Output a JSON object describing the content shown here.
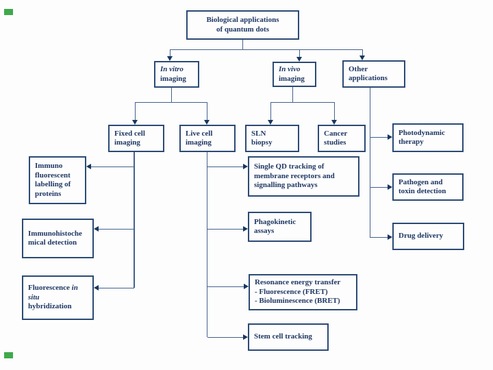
{
  "title": "Biological applications of quantum dots",
  "colors": {
    "box_border": "#2b4a74",
    "text": "#1f3864",
    "connector_line": "#44618c",
    "arrowhead": "#17375e",
    "corner_marker_green": "#3fa94c",
    "background": "#fdfdfd"
  },
  "nodes": [
    {
      "id": "root",
      "lines": [
        [
          {
            "t": "Biological applications"
          }
        ],
        [
          {
            "t": "of quantum dots"
          }
        ]
      ],
      "center": true
    },
    {
      "id": "in-vitro-imaging",
      "lines": [
        [
          {
            "t": "In vitro",
            "i": true
          }
        ],
        [
          {
            "t": "imaging"
          }
        ]
      ]
    },
    {
      "id": "in-vivo-imaging",
      "lines": [
        [
          {
            "t": "In vivo",
            "i": true
          }
        ],
        [
          {
            "t": "imaging"
          }
        ]
      ]
    },
    {
      "id": "other-applications",
      "lines": [
        [
          {
            "t": "Other"
          }
        ],
        [
          {
            "t": "applications"
          }
        ]
      ]
    },
    {
      "id": "fixed-cell-imaging",
      "lines": [
        [
          {
            "t": "Fixed cell"
          }
        ],
        [
          {
            "t": "imaging"
          }
        ]
      ]
    },
    {
      "id": "live-cell-imaging",
      "lines": [
        [
          {
            "t": "Live cell"
          }
        ],
        [
          {
            "t": "imaging"
          }
        ]
      ]
    },
    {
      "id": "sln-biopsy",
      "lines": [
        [
          {
            "t": "SLN"
          }
        ],
        [
          {
            "t": "biopsy"
          }
        ]
      ]
    },
    {
      "id": "cancer-studies",
      "lines": [
        [
          {
            "t": "Cancer"
          }
        ],
        [
          {
            "t": "studies"
          }
        ]
      ]
    },
    {
      "id": "photodynamic-therapy",
      "lines": [
        [
          {
            "t": "Photodynamic"
          }
        ],
        [
          {
            "t": "therapy"
          }
        ]
      ]
    },
    {
      "id": "pathogen-toxin-detection",
      "lines": [
        [
          {
            "t": "Pathogen and"
          }
        ],
        [
          {
            "t": "toxin detection"
          }
        ]
      ]
    },
    {
      "id": "drug-delivery",
      "lines": [
        [
          {
            "t": "Drug delivery"
          }
        ]
      ]
    },
    {
      "id": "immuno-fluorescent-labelling",
      "lines": [
        [
          {
            "t": "Immuno"
          }
        ],
        [
          {
            "t": "fluorescent"
          }
        ],
        [
          {
            "t": "labelling of"
          }
        ],
        [
          {
            "t": "proteins"
          }
        ]
      ]
    },
    {
      "id": "immunohistochemical-detection",
      "lines": [
        [
          {
            "t": "Immunohistoche"
          }
        ],
        [
          {
            "t": "mical detection"
          }
        ]
      ]
    },
    {
      "id": "fluorescence-in-situ-hybridization",
      "lines": [
        [
          {
            "t": "Fluorescence "
          },
          {
            "t": "in",
            "i": true
          }
        ],
        [
          {
            "t": "situ",
            "i": true
          }
        ],
        [
          {
            "t": "hybridization"
          }
        ]
      ]
    },
    {
      "id": "single-qd-tracking",
      "lines": [
        [
          {
            "t": "Single QD tracking of"
          }
        ],
        [
          {
            "t": "membrane receptors and"
          }
        ],
        [
          {
            "t": "signalling pathways"
          }
        ]
      ]
    },
    {
      "id": "phagokinetic-assays",
      "lines": [
        [
          {
            "t": "Phagokinetic"
          }
        ],
        [
          {
            "t": "assays"
          }
        ]
      ]
    },
    {
      "id": "resonance-energy-transfer",
      "lines": [
        [
          {
            "t": "Resonance energy transfer"
          }
        ],
        [
          {
            "t": "- Fluorescence (FRET)"
          }
        ],
        [
          {
            "t": "- Bioluminescence (BRET)"
          }
        ]
      ]
    },
    {
      "id": "stem-cell-tracking",
      "lines": [
        [
          {
            "t": "Stem cell tracking"
          }
        ]
      ]
    }
  ],
  "edges": [
    {
      "from": "root",
      "to": "in-vitro-imaging"
    },
    {
      "from": "root",
      "to": "in-vivo-imaging"
    },
    {
      "from": "root",
      "to": "other-applications"
    },
    {
      "from": "in-vitro-imaging",
      "to": "fixed-cell-imaging"
    },
    {
      "from": "in-vitro-imaging",
      "to": "live-cell-imaging"
    },
    {
      "from": "in-vivo-imaging",
      "to": "sln-biopsy"
    },
    {
      "from": "in-vivo-imaging",
      "to": "cancer-studies"
    },
    {
      "from": "other-applications",
      "to": "photodynamic-therapy"
    },
    {
      "from": "other-applications",
      "to": "pathogen-toxin-detection"
    },
    {
      "from": "other-applications",
      "to": "drug-delivery"
    },
    {
      "from": "fixed-cell-imaging",
      "to": "immuno-fluorescent-labelling"
    },
    {
      "from": "fixed-cell-imaging",
      "to": "immunohistochemical-detection"
    },
    {
      "from": "fixed-cell-imaging",
      "to": "fluorescence-in-situ-hybridization"
    },
    {
      "from": "live-cell-imaging",
      "to": "single-qd-tracking"
    },
    {
      "from": "live-cell-imaging",
      "to": "phagokinetic-assays"
    },
    {
      "from": "live-cell-imaging",
      "to": "resonance-energy-transfer"
    },
    {
      "from": "live-cell-imaging",
      "to": "stem-cell-tracking"
    }
  ]
}
